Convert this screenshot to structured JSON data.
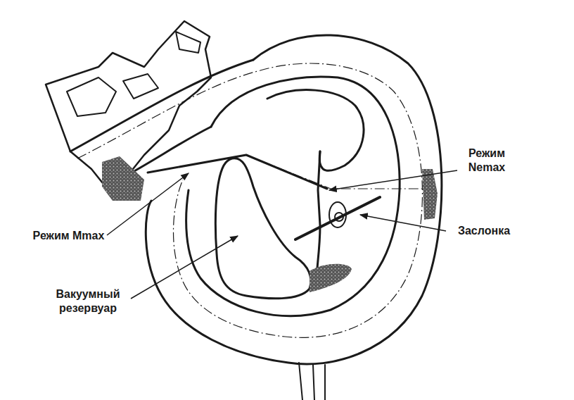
{
  "diagram": {
    "labels": [
      "Режим Nemax",
      "Режим Mmax",
      "Заслонка",
      "Вакуумный резервуар"
    ]
  }
}
